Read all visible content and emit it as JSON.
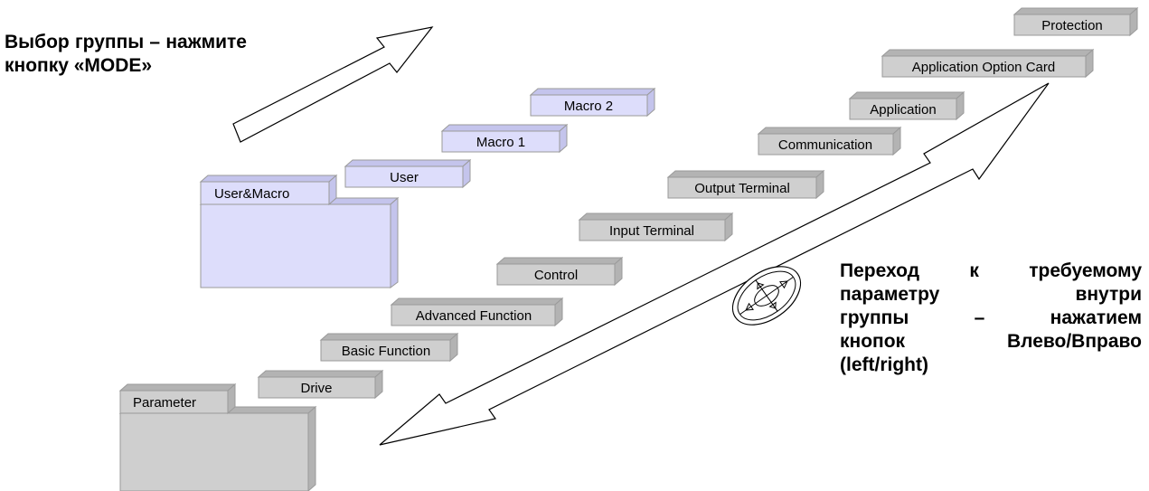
{
  "captions": {
    "mode": {
      "line1": "Выбор группы – нажмите",
      "line2": "кнопку «MODE»"
    },
    "navigate": {
      "line1": "Переход к требуемому",
      "line2": "параметру внутри",
      "line3": "группы – нажатием",
      "line4": "кнопок Влево/Вправо",
      "line5": "(left/right)"
    }
  },
  "folders": {
    "user_macro": "User&Macro",
    "parameter": "Parameter"
  },
  "user_groups": {
    "user": "User",
    "macro1": "Macro 1",
    "macro2": "Macro 2"
  },
  "parameter_groups": {
    "drive": "Drive",
    "basic_function": "Basic Function",
    "advanced_function": "Advanced Function",
    "control": "Control",
    "input_terminal": "Input Terminal",
    "output_terminal": "Output Terminal",
    "communication": "Communication",
    "application": "Application",
    "application_option_card": "Application Option Card",
    "protection": "Protection"
  },
  "colors": {
    "user_fill": "#ddddfb",
    "user_side": "#c4c4ec",
    "param_fill": "#cfcfcf",
    "param_side": "#b3b3b3",
    "stroke": "#9a9a9a"
  }
}
